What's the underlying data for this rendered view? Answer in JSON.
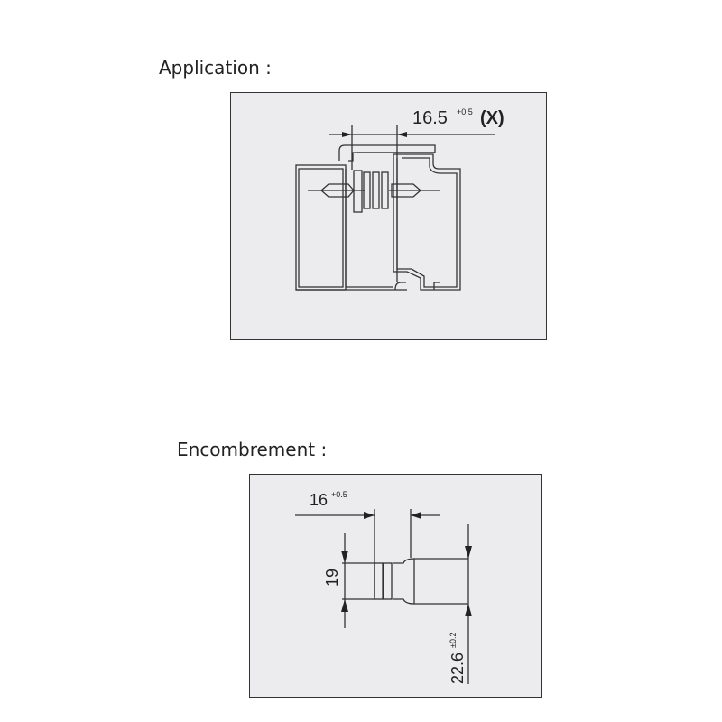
{
  "sections": [
    {
      "heading": "Application :",
      "dimension": {
        "value": "16.5",
        "tolerance": "+0.5",
        "suffix": "(X)"
      }
    },
    {
      "heading": "Encombrement :",
      "dimensions": {
        "width": {
          "value": "16",
          "tolerance": "+0.5"
        },
        "height": {
          "value": "19"
        },
        "depth": {
          "value": "22.6",
          "tolerance": "±0.2"
        }
      }
    }
  ]
}
